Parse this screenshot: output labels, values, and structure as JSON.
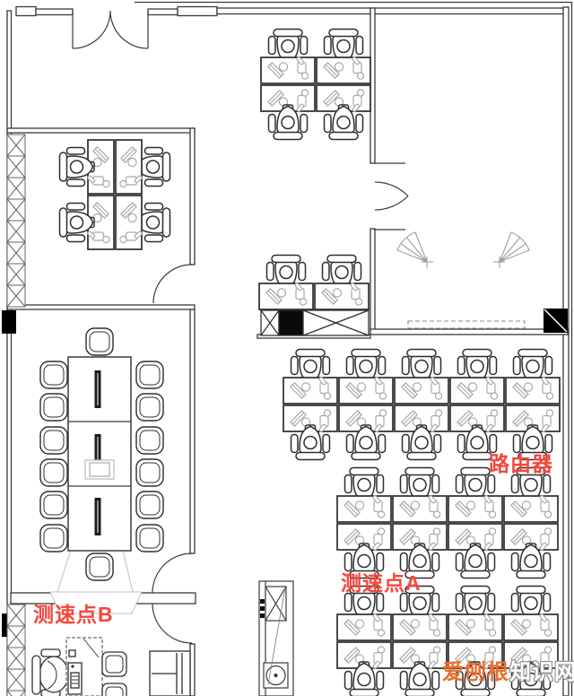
{
  "annotations": {
    "router": {
      "text": "路由器",
      "color": "#f4473d"
    },
    "speed_test_point_a": {
      "text": "测速点A",
      "color": "#f4473d"
    },
    "speed_test_point_b": {
      "text": "测速点B",
      "color": "#f4473d"
    }
  },
  "watermark": {
    "prefix": "爱刨根",
    "suffix": "知识网",
    "prefix_color": "#eb6e2d",
    "suffix_color": "#ffffff",
    "suffix_outline_color": "#8f8f8f"
  },
  "palette": {
    "wall_line": "#3a3a3a",
    "furniture_line": "#2e2e2e",
    "accessory_line": "#a9a9a9",
    "light_line": "#bdbdbd",
    "column_fill": "#000000",
    "background": "#ffffff"
  }
}
